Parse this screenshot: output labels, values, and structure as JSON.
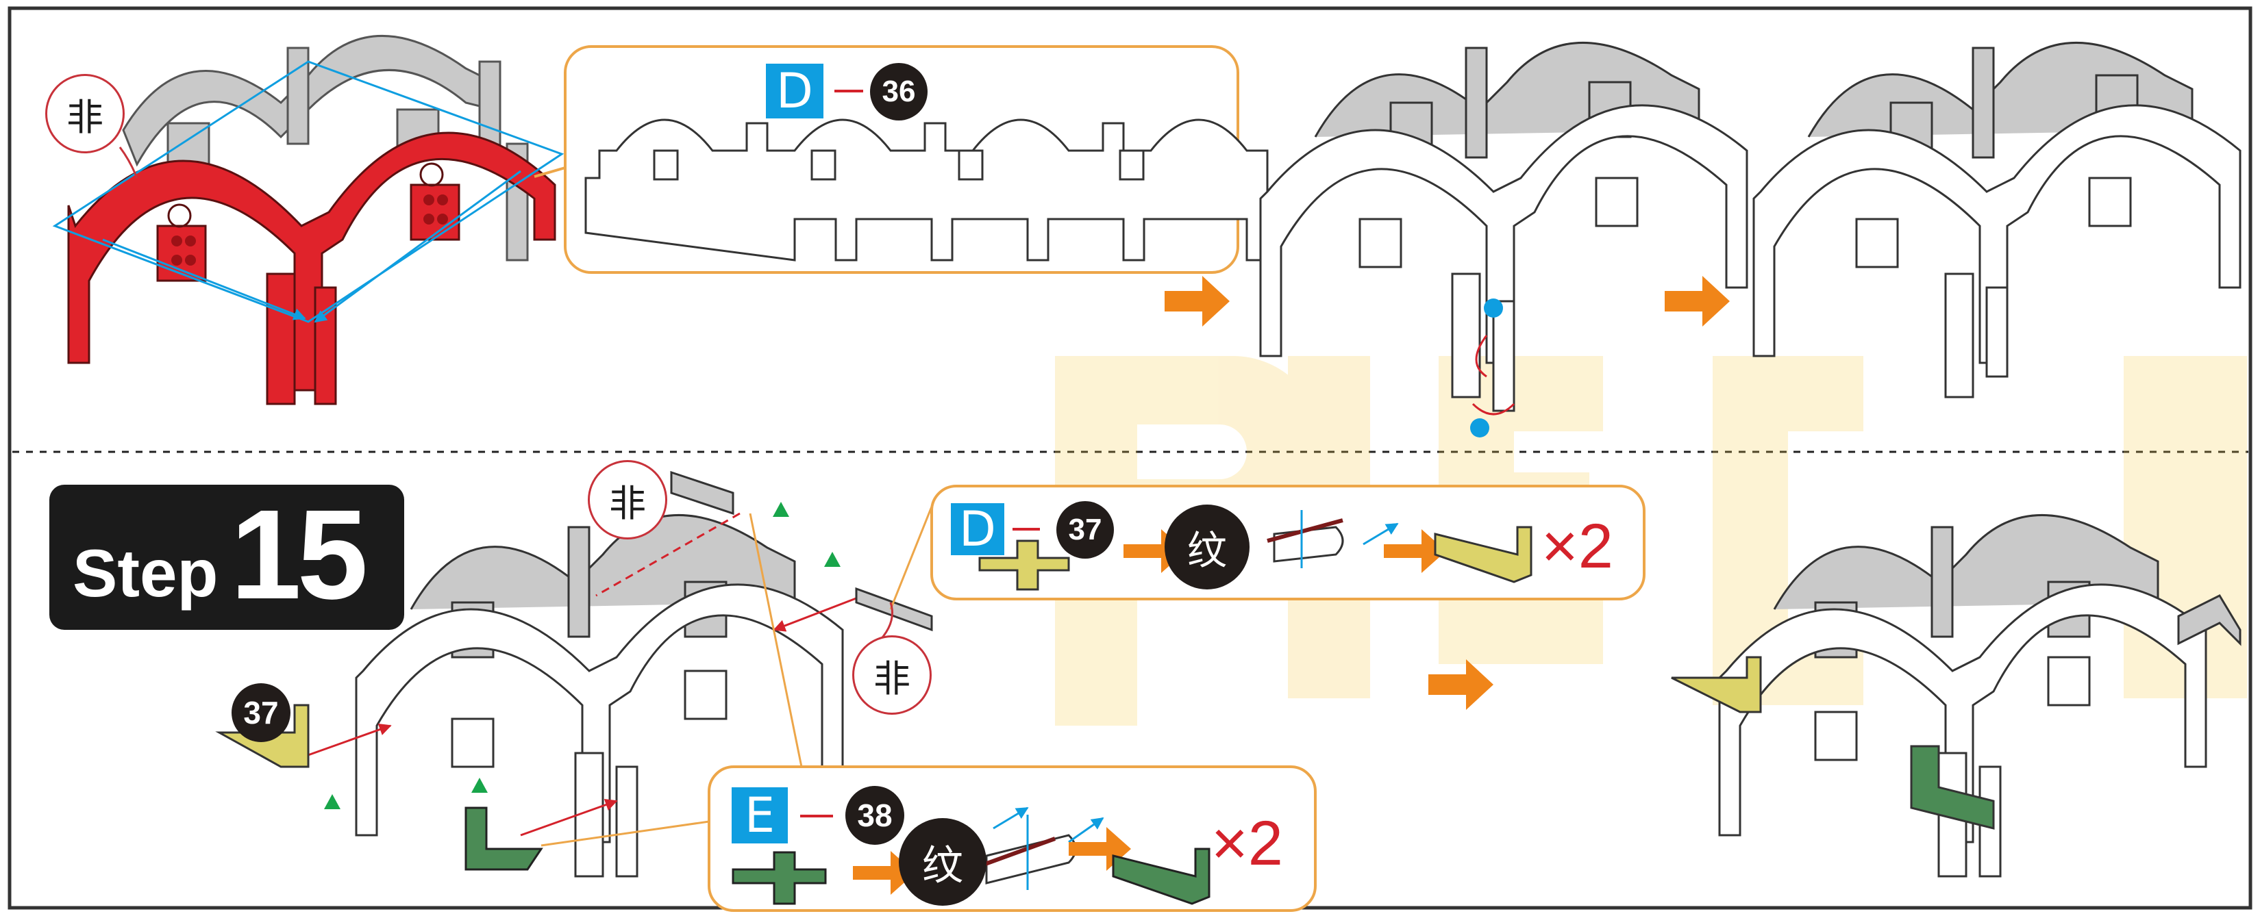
{
  "step": {
    "word": "Step",
    "number": "15"
  },
  "top": {
    "callout": {
      "sheet": "D",
      "part": "36"
    },
    "label_fei": "非"
  },
  "bottom": {
    "callout_d": {
      "sheet": "D",
      "part": "37",
      "fold_mark": "纹",
      "multiplier": "×2"
    },
    "callout_e": {
      "sheet": "E",
      "part": "38",
      "fold_mark": "纹",
      "multiplier": "×2"
    },
    "label_fei_a": "非",
    "label_fei_b": "非",
    "part_badge": "37"
  },
  "colors": {
    "red_part": "#e0232b",
    "gray_part": "#c9c9c9",
    "callout_border": "#eda649",
    "arrow": "#f08519",
    "blue": "#0f9ee0",
    "yellow_part": "#dcd36a",
    "green_part": "#4b8b55",
    "marker": "#18a54a"
  },
  "watermark": "piece"
}
